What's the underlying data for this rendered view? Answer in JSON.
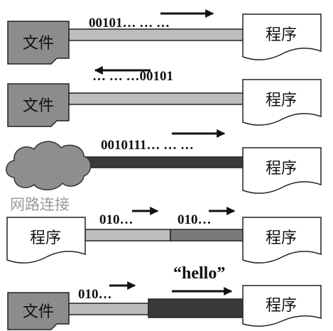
{
  "labels": {
    "file": "文件",
    "program": "程序",
    "network": "网路连接"
  },
  "rows": {
    "row1": {
      "stream": "00101… … …"
    },
    "row2": {
      "stream": "… … …00101"
    },
    "row3": {
      "stream": "0010111… … …"
    },
    "row4": {
      "stream_left": "010…",
      "stream_right": "010…"
    },
    "row5": {
      "stream": "010…",
      "message": "“hello”"
    }
  },
  "colors": {
    "file_box": "#8c8c8c",
    "pipe_light": "#bdbdbd",
    "pipe_mid": "#7a7a7a",
    "pipe_dark": "#3a3a3a",
    "cloud": "#8e8e8e",
    "ink": "#111111"
  }
}
